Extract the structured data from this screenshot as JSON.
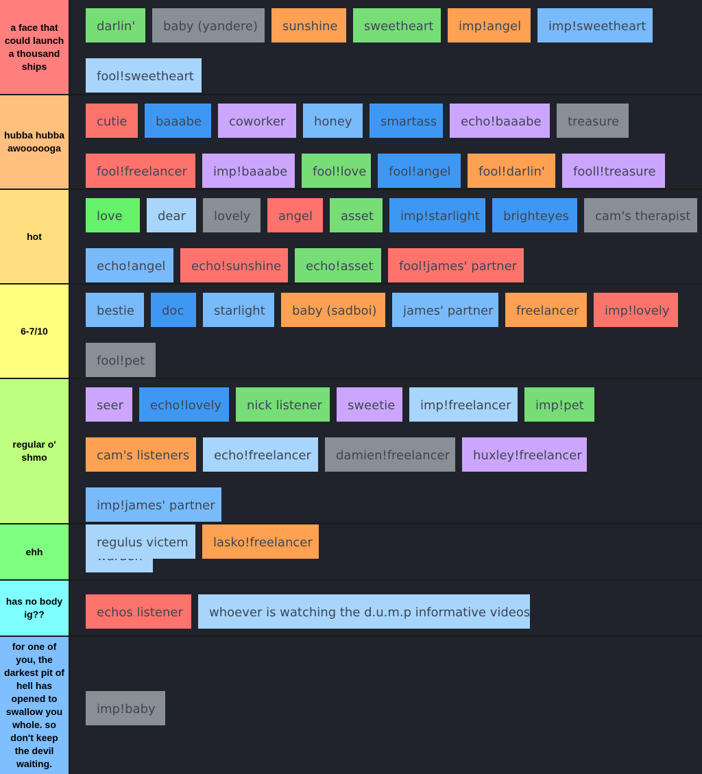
{
  "colors": {
    "green": "#77dd77",
    "gray": "#888f95",
    "orange": "#fea153",
    "lightblue": "#79bafa",
    "paleblue": "#a8d5fb",
    "red": "#fe746d",
    "blue": "#3e98f3",
    "purple": "#cca6fe",
    "brightgreen": "#66f26a"
  },
  "tiers": [
    {
      "label": "a face that could launch a thousand ships",
      "color": "#ff7f7f",
      "items": [
        {
          "text": "darlin'",
          "color": "green"
        },
        {
          "text": "baby (yandere)",
          "color": "gray"
        },
        {
          "text": "sunshine",
          "color": "orange"
        },
        {
          "text": "sweetheart",
          "color": "green"
        },
        {
          "text": "imp!angel",
          "color": "orange"
        },
        {
          "text": "imp!sweetheart",
          "color": "lightblue"
        },
        {
          "text": "fool!sweetheart",
          "color": "paleblue"
        }
      ]
    },
    {
      "label": "hubba hubba awoooooga",
      "color": "#ffbf7f",
      "items": [
        {
          "text": "cutie",
          "color": "red"
        },
        {
          "text": "baaabe",
          "color": "blue"
        },
        {
          "text": "coworker",
          "color": "purple"
        },
        {
          "text": "honey",
          "color": "lightblue"
        },
        {
          "text": "smartass",
          "color": "blue"
        },
        {
          "text": "echo!baaabe",
          "color": "purple"
        },
        {
          "text": "treasure",
          "color": "gray"
        },
        {
          "text": "fool!freelancer",
          "color": "red"
        },
        {
          "text": "imp!baaabe",
          "color": "purple"
        },
        {
          "text": "fool!love",
          "color": "green"
        },
        {
          "text": "fool!angel",
          "color": "blue"
        },
        {
          "text": "fool!darlin'",
          "color": "orange"
        },
        {
          "text": "fooll!treasure",
          "color": "purple"
        }
      ]
    },
    {
      "label": "hot",
      "color": "#ffdf7f",
      "items": [
        {
          "text": "love",
          "color": "brightgreen"
        },
        {
          "text": "dear",
          "color": "paleblue"
        },
        {
          "text": "lovely",
          "color": "gray"
        },
        {
          "text": "angel",
          "color": "red"
        },
        {
          "text": "asset",
          "color": "green"
        },
        {
          "text": "imp!starlight",
          "color": "blue"
        },
        {
          "text": "brighteyes",
          "color": "blue"
        },
        {
          "text": "cam's therapist",
          "color": "gray"
        },
        {
          "text": "echo!angel",
          "color": "lightblue"
        },
        {
          "text": "echo!sunshine",
          "color": "red"
        },
        {
          "text": "echo!asset",
          "color": "green"
        },
        {
          "text": "fool!james' partner",
          "color": "red"
        }
      ]
    },
    {
      "label": "6-7/10",
      "color": "#ffff7f",
      "items": [
        {
          "text": "bestie",
          "color": "lightblue"
        },
        {
          "text": "doc",
          "color": "blue"
        },
        {
          "text": "starlight",
          "color": "lightblue"
        },
        {
          "text": "baby (sadboi)",
          "color": "orange"
        },
        {
          "text": "james' partner",
          "color": "lightblue"
        },
        {
          "text": "freelancer",
          "color": "orange"
        },
        {
          "text": "imp!lovely",
          "color": "red"
        },
        {
          "text": "fool!pet",
          "color": "gray"
        }
      ]
    },
    {
      "label": "regular o' shmo",
      "color": "#bfff7f",
      "items": [
        {
          "text": "seer",
          "color": "purple"
        },
        {
          "text": "echo!lovely",
          "color": "blue"
        },
        {
          "text": "nick listener",
          "color": "green"
        },
        {
          "text": "sweetie",
          "color": "purple"
        },
        {
          "text": "imp!freelancer",
          "color": "paleblue"
        },
        {
          "text": "imp!pet",
          "color": "green"
        },
        {
          "text": "cam's listeners",
          "color": "orange"
        },
        {
          "text": "echo!freelancer",
          "color": "paleblue"
        },
        {
          "text": "damien!freelancer",
          "color": "gray"
        },
        {
          "text": "huxley!freelancer",
          "color": "purple"
        },
        {
          "text": "imp!james' partner",
          "color": "lightblue"
        }
      ]
    },
    {
      "label": "ehh",
      "color": "#7fff7f",
      "items": [
        {
          "text": "warden",
          "color": "paleblue"
        },
        {
          "text": "regulus victem",
          "color": "paleblue"
        },
        {
          "text": "lasko!freelancer",
          "color": "orange"
        }
      ]
    },
    {
      "label": "has no body ig??",
      "color": "#7fffff",
      "items": [
        {
          "text": "echos listener",
          "color": "red"
        },
        {
          "text": "whoever is watching the d.u.m.p informative videos",
          "color": "paleblue"
        }
      ]
    },
    {
      "label": "for one of you, the darkest pit of hell has opened to swallow you whole. so don't keep the devil waiting.",
      "color": "#7fbfff",
      "items": [
        {
          "text": "imp!baby",
          "color": "gray"
        }
      ]
    }
  ]
}
